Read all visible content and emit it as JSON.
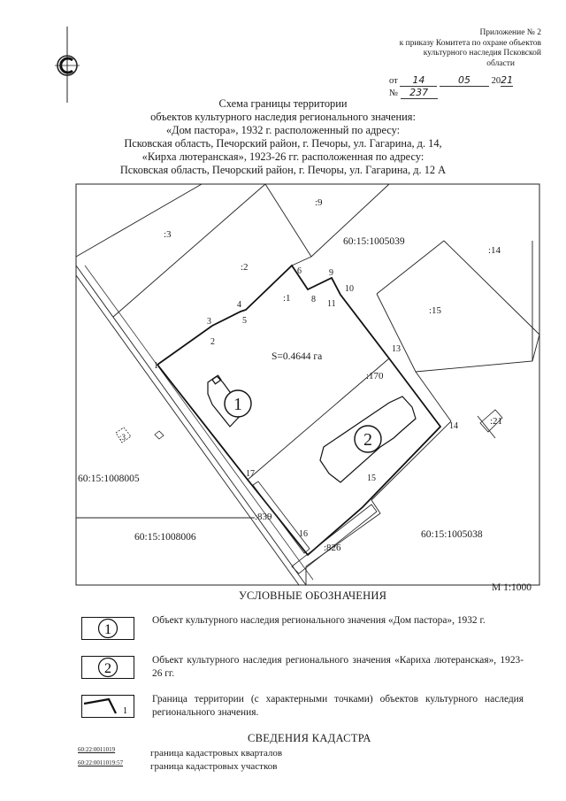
{
  "annex": {
    "title": "Приложение № 2",
    "line1": "к приказу Комитета по охране объектов",
    "line2": "культурного наследия Псковской",
    "line3": "области",
    "date_prefix": "от",
    "date_day": "14",
    "date_month": "05",
    "date_year_prefix": "20",
    "date_year": "21",
    "number_prefix": "№",
    "number": "237"
  },
  "title": {
    "line1": "Схема границы территории",
    "line2": "объектов культурного наследия регионального значения:",
    "line3": "«Дом пастора», 1932 г. расположенный по адресу:",
    "line4": "Псковская область, Печорский район, г. Печоры, ул. Гагарина, д. 14,",
    "line5": "«Кирха лютеранская», 1923-26 гг. расположенная по адресу:",
    "line6": "Псковская область, Печорский район, г. Печоры, ул. Гагарина, д. 12 А"
  },
  "map": {
    "parcels": {
      "p3": ":3",
      "p9": ":9",
      "p2": ":2",
      "p1": ":1",
      "p14": ":14",
      "p15": ":15",
      "p170": ":170",
      "p3b": ":3",
      "p21": ":21",
      "p839": ":839",
      "p826": ":826"
    },
    "quarters": {
      "q1": "60:15:1005039",
      "q2": "60:15:1008005",
      "q3": "60:15:1008006",
      "q4": "60:15:1005038"
    },
    "area": "S=0.4644 га",
    "points": [
      "1",
      "2",
      "3",
      "4",
      "5",
      "6",
      "8",
      "9",
      "10",
      "11",
      "13",
      "14",
      "15",
      "16",
      "17"
    ],
    "object1_mark": "1",
    "object2_mark": "2"
  },
  "legend": {
    "heading": "УСЛОВНЫЕ ОБОЗНАЧЕНИЯ",
    "scale": "М 1:1000",
    "item1_mark": "1",
    "item1_text": "Объект культурного наследия регионального значения «Дом пастора», 1932 г.",
    "item2_mark": "2",
    "item2_text": "Объект культурного наследия регионального значения «Кариха лютеранская», 1923-26 гг.",
    "item3_mark": "1",
    "item3_text": "Граница территории (с характерными точками) объектов культурного наследия регионального значения."
  },
  "cadastre": {
    "heading": "СВЕДЕНИЯ КАДАСТРА",
    "code1": "60:22:0011019",
    "text1": "граница кадастровых кварталов",
    "code2": "60:22:0011019:57",
    "text2": "граница кадастровых участков"
  }
}
